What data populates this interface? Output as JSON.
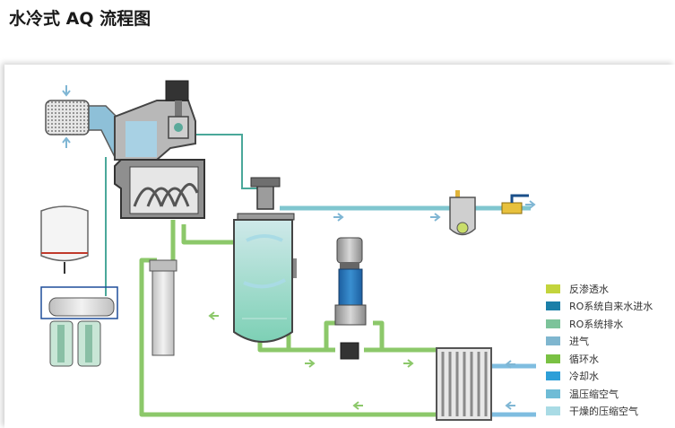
{
  "title": "水冷式 AQ 流程图",
  "legend": [
    {
      "label": "反渗透水",
      "color": "#c3d43c"
    },
    {
      "label": "RO系统自来水进水",
      "color": "#1b7fa8"
    },
    {
      "label": "RO系统排水",
      "color": "#7cc39a"
    },
    {
      "label": "进气",
      "color": "#7fb6cf"
    },
    {
      "label": "循环水",
      "color": "#7ac143"
    },
    {
      "label": "冷却水",
      "color": "#2d9fd8"
    },
    {
      "label": "温压缩空气",
      "color": "#6fbcd6"
    },
    {
      "label": "干燥的压缩空气",
      "color": "#a9dbe5"
    }
  ]
}
